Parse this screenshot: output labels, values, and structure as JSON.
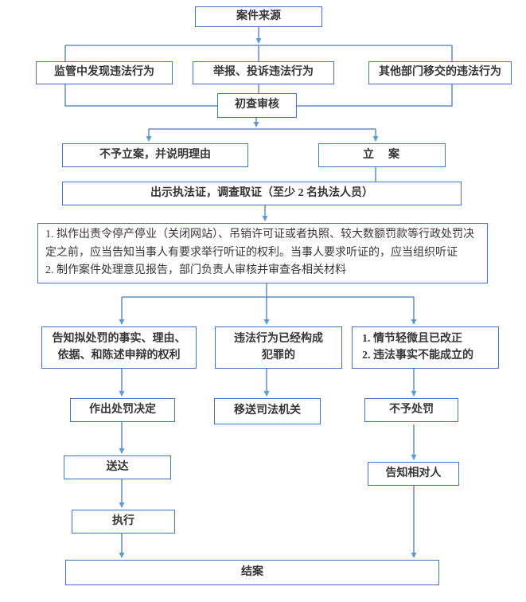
{
  "flowchart": {
    "nodes": {
      "case_source": "案件来源",
      "supervision": "监管中发现违法行为",
      "report": "举报、投诉违法行为",
      "transfer": "其他部门移交的违法行为",
      "initial_review": "初查审核",
      "no_case": "不予立案，并说明理由",
      "file_case": "立　案",
      "evidence": "出示执法证，调查取证（至少 2 名执法人员）",
      "hearing": {
        "item1": "1. 拟作出责令停产停业（关闭网站）、吊销许可证或者执照、较大数额罚款等行政处罚决定之前，应当告知当事人有要求举行听证的权利。当事人要求听证的，应当组织听证",
        "item2": "2. 制作案件处理意见报告，部门负责人审核并审查各相关材料"
      },
      "inform_penalty": {
        "line1": "告知拟处罚的事实、理由、",
        "line2": "依据、和陈述申辩的权利"
      },
      "crime": {
        "line1": "违法行为已经构成",
        "line2": "犯罪的"
      },
      "minor": {
        "line1": "1. 情节轻微且已改正",
        "line2": "2. 违法事实不能成立的"
      },
      "decision": "作出处罚决定",
      "judicial": "移送司法机关",
      "no_penalty": "不予处罚",
      "delivery": "送达",
      "notify": "告知相对人",
      "execute": "执行",
      "close_case": "结案"
    },
    "colors": {
      "box_border": "#4472C4",
      "connector": "#4778BE",
      "arrowhead": "#5B9BD5",
      "text": "#363636",
      "background": "#FFFFFF"
    }
  }
}
